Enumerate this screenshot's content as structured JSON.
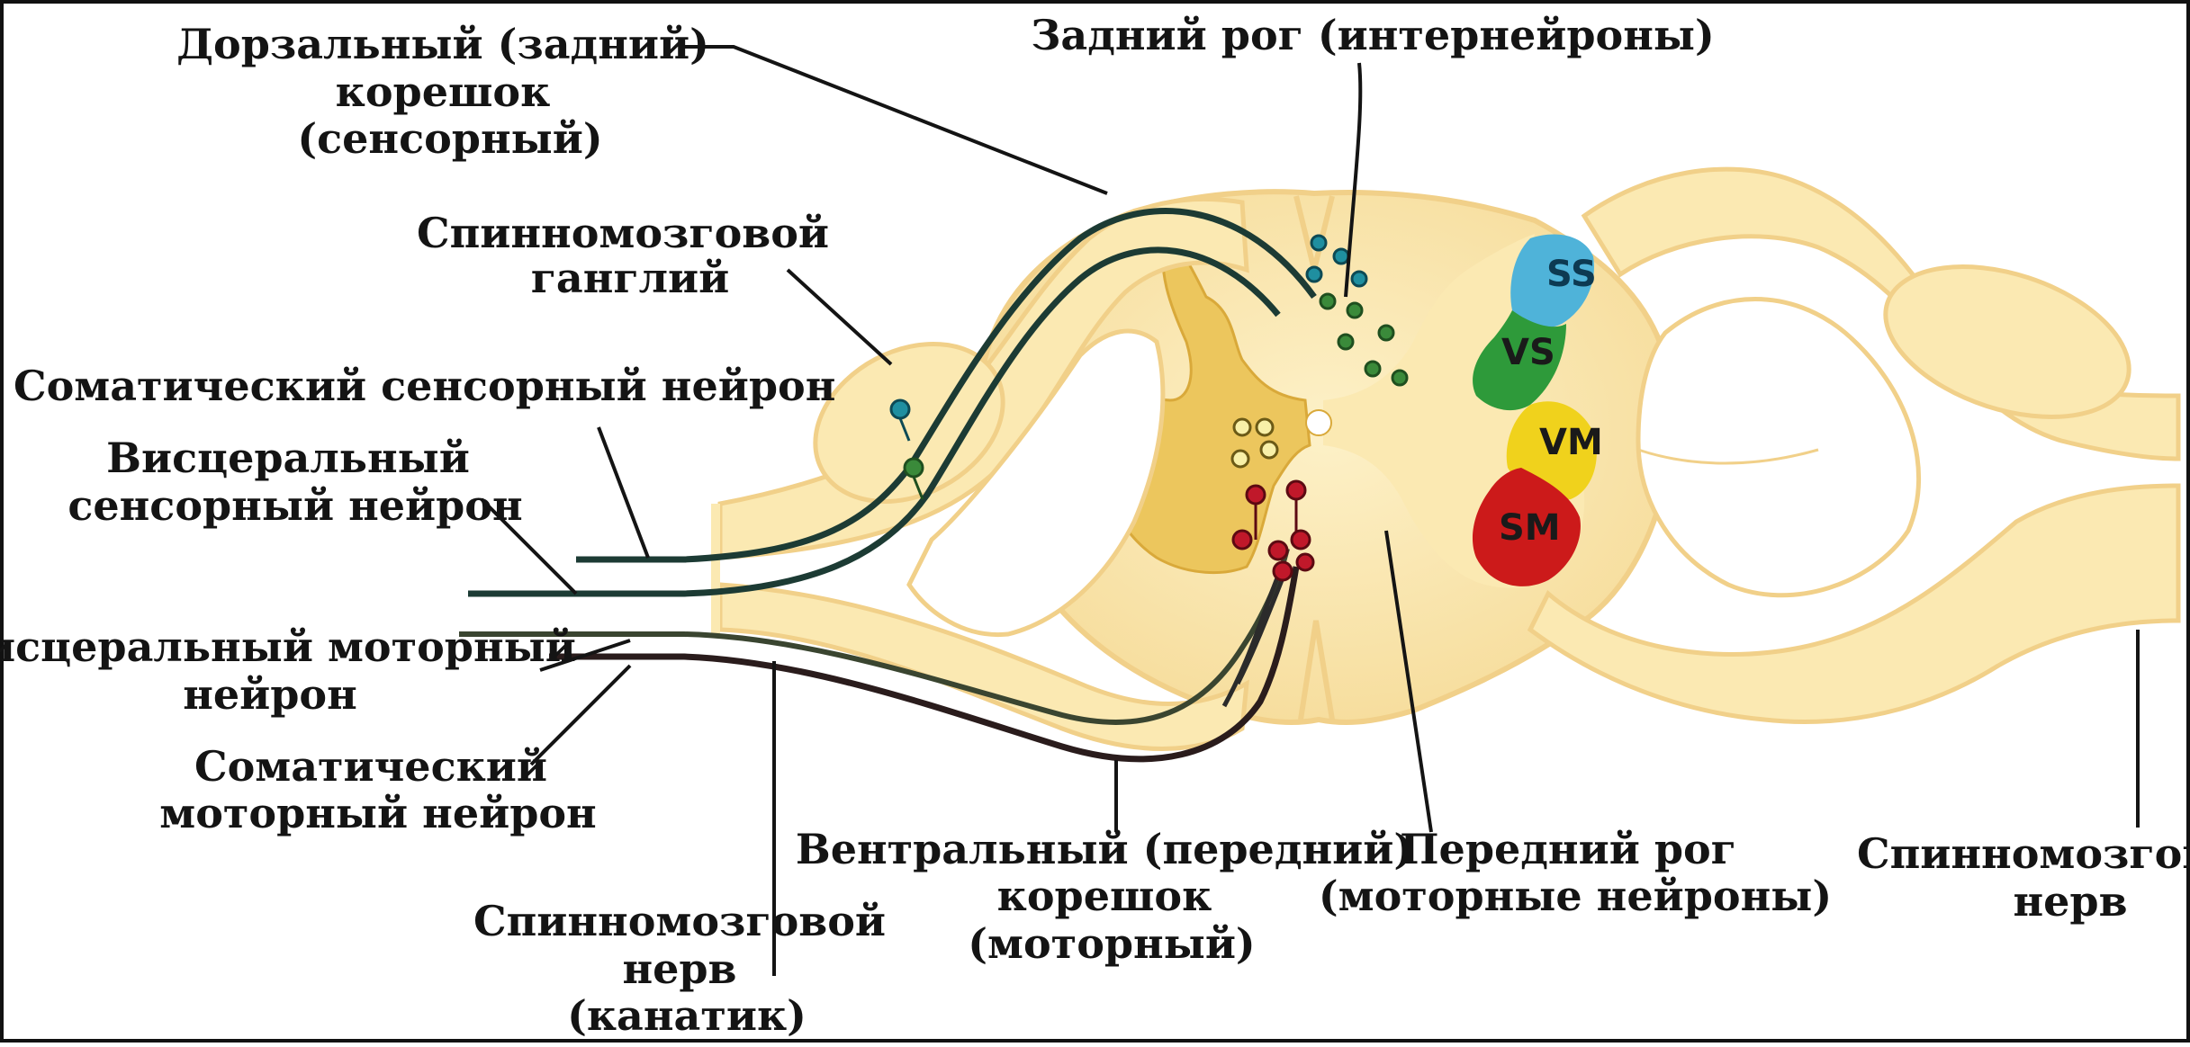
{
  "labels": {
    "dorsal_root": [
      "Дорзальный (задний)",
      "корешок",
      "(сенсорный)"
    ],
    "dorsal_horn": [
      "Задний рог (интернейроны)"
    ],
    "spinal_ganglion": [
      "Спинномозговой",
      "ганглий"
    ],
    "somatic_sensory": [
      "Соматический сенсорный нейрон"
    ],
    "visceral_sensory": [
      "Висцеральный",
      "сенсорный нейрон"
    ],
    "visceral_motor": [
      "Висцеральный моторный",
      "нейрон"
    ],
    "somatic_motor": [
      "Соматический",
      "моторный нейрон"
    ],
    "spinal_nerve_left": [
      "Спинномозговой",
      "нерв",
      "(канатик)"
    ],
    "ventral_root": [
      "Вентральный (передний)",
      "корешок",
      "(моторный)"
    ],
    "ventral_horn": [
      "Передний рог",
      "(моторные нейроны)"
    ],
    "spinal_nerve_right": [
      "Спинномозговой",
      "нерв"
    ]
  },
  "regions": [
    {
      "text": "SS",
      "color": "#4fb3d9"
    },
    {
      "text": "VS",
      "color": "#2e9a3a"
    },
    {
      "text": "VM",
      "color": "#f0d21c"
    },
    {
      "text": "SM",
      "color": "#cc1a1a"
    }
  ],
  "colors": {
    "tissue": "#fbe9b2",
    "tissue_edge": "#f1d089",
    "gray_matter": "#e9bd4c",
    "sensory_neuron": "#1f8fa0",
    "visceral_neuron": "#3a8a3a",
    "motor_neuron": "#c0182a",
    "interneuron": "#f2d23a"
  }
}
